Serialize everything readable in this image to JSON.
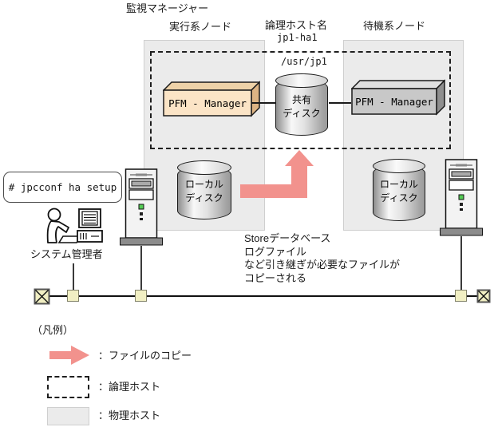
{
  "diagram": {
    "title": "監視マネージャー",
    "active_node_label": "実行系ノード",
    "standby_node_label": "待機系ノード",
    "logical_host_label": "論理ホスト名",
    "logical_host_name": "jp1-ha1",
    "mount_path": "/usr/jp1",
    "pfm_label": "PFM - Manager",
    "shared_disk_lines": [
      "共有",
      "ディスク"
    ],
    "local_disk_lines": [
      "ローカル",
      "ディスク"
    ],
    "command": "# jpcconf ha setup",
    "admin_label": "システム管理者",
    "note_lines": [
      "Storeデータベース",
      "ログファイル",
      "など引き継ぎが必要なファイルが",
      "コピーされる"
    ]
  },
  "legend": {
    "title": "（凡例）",
    "file_copy_label": "：ファイルのコピー",
    "logical_host_label": "：論理ホスト",
    "physical_host_label": "：物理ホスト"
  },
  "colors": {
    "copy_arrow": "#f2928d",
    "physical_host_fill": "#ebebeb",
    "pfm_active_fill": "#fbe4c6",
    "pfm_standby_fill": "#c8c8c8",
    "network_node_fill": "#f1efc3"
  }
}
